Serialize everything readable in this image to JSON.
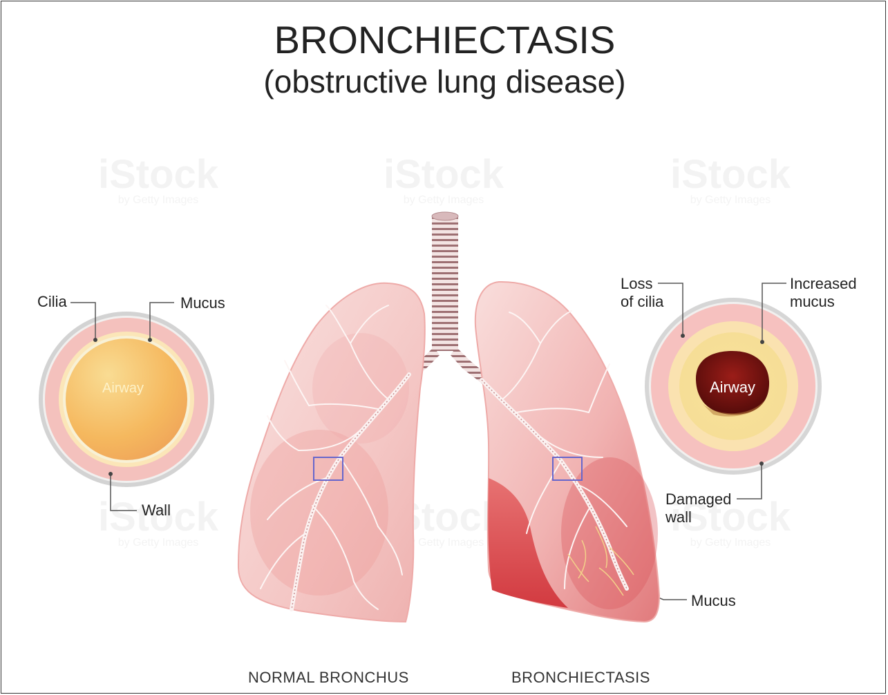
{
  "title": "BRONCHIECTASIS",
  "subtitle": "(obstructive lung disease)",
  "left_diagram": {
    "labels": {
      "cilia": "Cilia",
      "mucus": "Mucus",
      "airway": "Airway",
      "wall": "Wall"
    },
    "caption": "NORMAL BRONCHUS"
  },
  "right_diagram": {
    "labels": {
      "loss_of_cilia_1": "Loss",
      "loss_of_cilia_2": "of cilia",
      "increased_mucus_1": "Increased",
      "increased_mucus_2": "mucus",
      "airway": "Airway",
      "damaged_wall_1": "Damaged",
      "damaged_wall_2": "wall",
      "mucus": "Mucus"
    },
    "caption": "BRONCHIECTASIS"
  },
  "watermark": {
    "brand": "iStock",
    "sub": "by Getty Images"
  },
  "colors": {
    "lung_light": "#f7d6d4",
    "lung_mid": "#eea6a4",
    "lung_dark": "#d9393f",
    "airway_yellow": "#f6c46d",
    "airway_dark": "#5a0d0b",
    "highlight_box": "#6666cc"
  }
}
